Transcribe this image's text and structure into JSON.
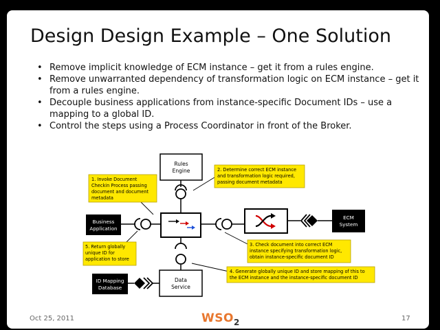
{
  "slide": {
    "title": "Design Design Example – One Solution",
    "bullets": [
      "Remove implicit knowledge of ECM instance – get it from a rules engine.",
      "Remove unwarranted dependency of transformation logic on ECM instance – get it from a rules engine.",
      "Decouple business applications from instance-specific Document IDs – use a mapping to a global ID.",
      "Control the steps using a Process Coordinator in front of the Broker."
    ],
    "footer": {
      "date": "Oct 25, 2011",
      "page": "17",
      "logo": "WSO",
      "logo_sub": "2"
    }
  },
  "diagram": {
    "boxes": {
      "rules_engine": [
        "Rules",
        "Engine"
      ],
      "data_service": [
        "Data",
        "Service"
      ],
      "business_app": [
        "Business",
        "Application"
      ],
      "ecm_system": [
        "ECM",
        "System"
      ],
      "id_mapping_db": [
        "ID Mapping",
        "Database"
      ]
    },
    "callouts": {
      "c1": [
        "1. Invoke Document",
        "Checkin Process passing",
        "document and document",
        "metadata"
      ],
      "c2": [
        "2. Determine correct ECM instance",
        "and transformation logic required,",
        "passing document metadata"
      ],
      "c3": [
        "3. Check document into correct ECM",
        "instance specifying transformation logic,",
        "obtain instance-specific document ID"
      ],
      "c4": [
        "4. Generate globally unique ID and store mapping of this to",
        "the ECM instance and the instance-specific document ID"
      ],
      "c5": [
        "5. Return globally",
        "unique ID for",
        "application to store"
      ]
    },
    "colors": {
      "callout_fill": "#ffe800",
      "callout_border": "#b8a000",
      "dark_box": "#000000"
    }
  }
}
